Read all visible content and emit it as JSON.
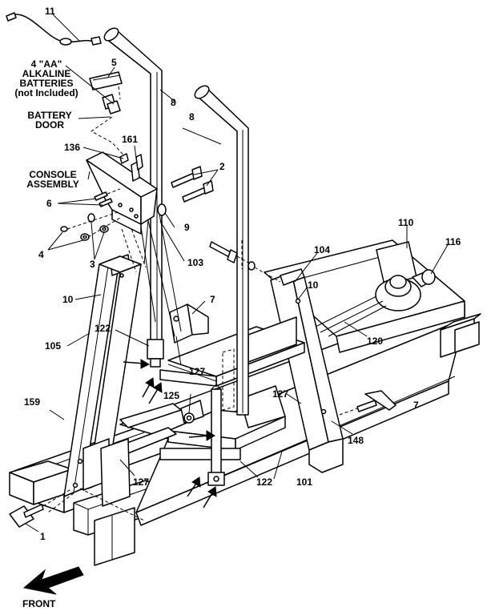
{
  "labels": {
    "p11": "11",
    "p5": "5",
    "batteries_l1": "4 \"AA\"",
    "batteries_l2": "ALKALINE",
    "batteries_l3": "BATTERIES",
    "batteries_l4": "(not Included)",
    "battery_door_l1": "BATTERY",
    "battery_door_l2": "DOOR",
    "p8a": "8",
    "p8b": "8",
    "p136": "136",
    "p161": "161",
    "p2": "2",
    "console_l1": "CONSOLE",
    "console_l2": "ASSEMBLY",
    "p6": "6",
    "p9": "9",
    "p4": "4",
    "p3": "3",
    "p103": "103",
    "p110": "110",
    "p116": "116",
    "p104": "104",
    "p10a": "10",
    "p10b": "10",
    "p7a": "7",
    "p7b": "7",
    "p105": "105",
    "p122a": "122",
    "p122b": "122",
    "p120": "120",
    "p127a": "127",
    "p127b": "127",
    "p127c": "127",
    "p125": "125",
    "p159": "159",
    "p148": "148",
    "p101": "101",
    "p1": "1",
    "front": "FRONT"
  }
}
